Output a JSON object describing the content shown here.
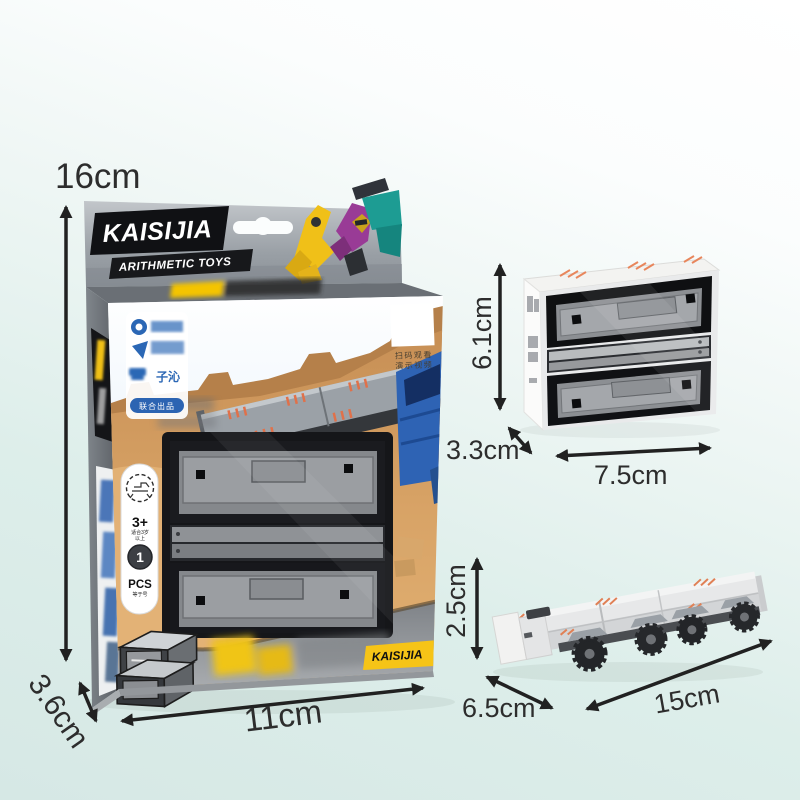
{
  "dimensions": {
    "box": {
      "height": "16cm",
      "width": "11cm",
      "depth": "3.6cm"
    },
    "folded": {
      "height": "6.1cm",
      "width": "7.5cm",
      "depth": "3.3cm"
    },
    "vehicle": {
      "height": "2.5cm",
      "length": "15cm",
      "depth": "6.5cm"
    }
  },
  "box": {
    "brand": "KAISIJIA",
    "tagline": "ARITHMETIC TOYS",
    "qr_caption_line1": "扫码观看",
    "qr_caption_line2": "演示视频",
    "partner_name": "子沁",
    "partner_label": "联合出品",
    "age_badge": "3+",
    "age_note_line1": "适合3岁",
    "age_note_line2": "以上",
    "count_badge": "1",
    "count_unit": "PCS",
    "count_note": "等于号",
    "banner_brand": "KAISIJIA"
  },
  "colors": {
    "background_top": "#ffffff",
    "background_bottom": "#d6e8e5",
    "arrow": "#212121",
    "banner_yellow": "#f6c417",
    "brand_plate_black": "#101114",
    "partner_blue": "#2c64b2",
    "sand": "#d8a366",
    "sky_blue": "#b7d8ef",
    "toy_gray": "#9b9ea2",
    "stripe_orange": "#e0714a",
    "cab_blue": "#2e63b4"
  }
}
